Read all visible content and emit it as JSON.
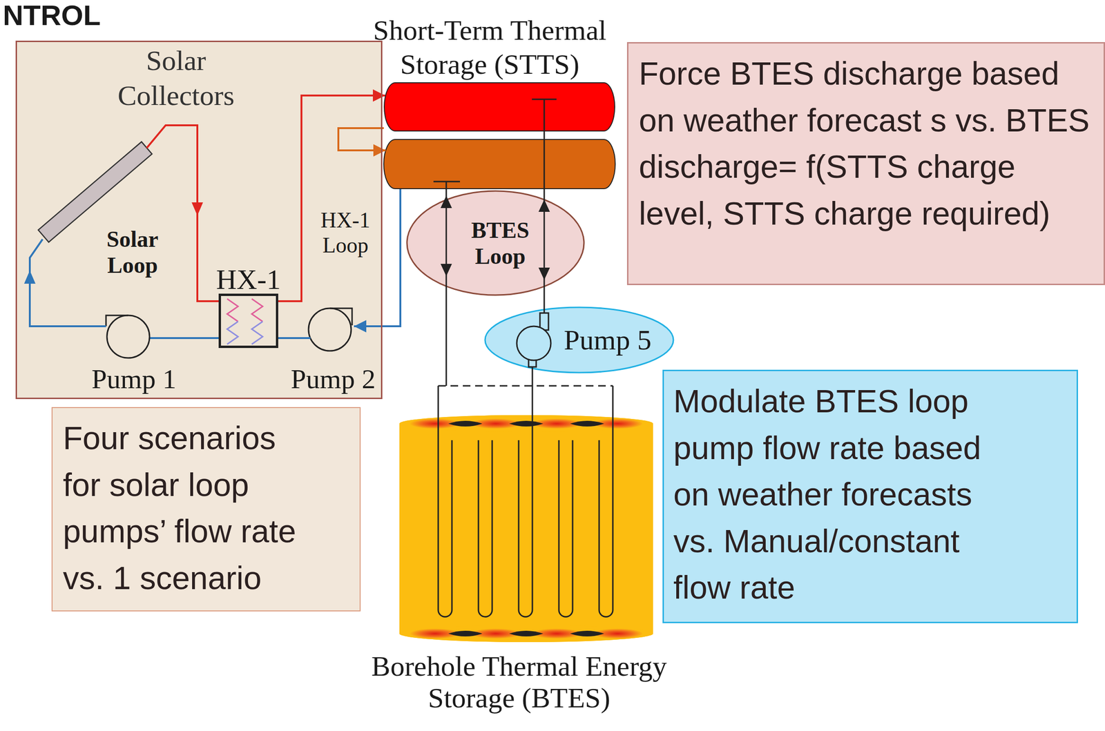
{
  "diagram": {
    "nodes": [
      {
        "text": [
          "Solar Collectors"
        ]
      },
      {
        "text": [
          "HX-1"
        ],
        "in": 0
      },
      {
        "text": [
          "Short-Term Thermal Storage (STTS)"
        ]
      },
      {
        "text": [
          "BTES Loop"
        ]
      },
      {
        "text": [
          "Pump 5"
        ]
      },
      {
        "text": [
          "Borehole Thermal Energy Storage (BTES)"
        ]
      },
      {
        "text": [
          "Force BTES discharge based on weather forecast s vs. BTES discharge= f(STTS charge level, STTS charge required)"
        ]
      },
      {
        "text": [
          "Four scenarios for solar loop pumps’ flow rate vs. 1 scenario"
        ]
      },
      {
        "text": [
          "Modulate BTES loop pump flow rate based on weather forecasts vs. Manual/constant flow rate"
        ]
      }
    ],
    "edges": [
      {
        "from": 1,
        "to": 2,
        "arrow": "to"
      }
    ],
    "labels": [
      "NTROL",
      "Solar Loop",
      "HX-1 Loop",
      "Pump 1",
      "Pump 2"
    ]
  }
}
